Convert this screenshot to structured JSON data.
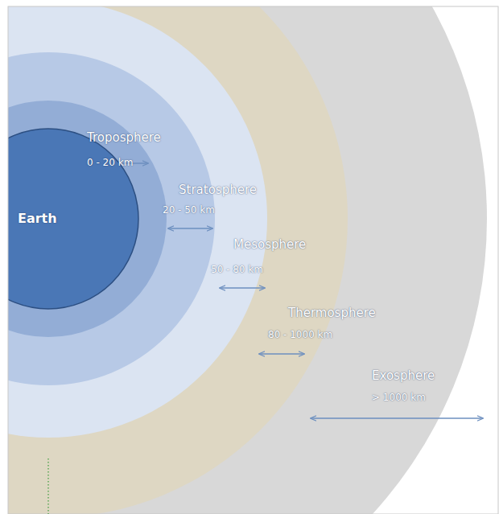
{
  "diagram": {
    "nodes": [
      {
        "text": [
          "Earth"
        ]
      },
      {
        "text": [
          "Troposphere",
          "0 - 20 km"
        ]
      },
      {
        "text": [
          "Stratosphere",
          "20 - 50 km"
        ]
      },
      {
        "text": [
          "Mesosphere",
          "50 - 80 km"
        ]
      },
      {
        "text": [
          "Thermosphere",
          "80 - 1000 km"
        ]
      },
      {
        "text": [
          "Exosphere",
          "> 1000 km"
        ]
      }
    ]
  }
}
